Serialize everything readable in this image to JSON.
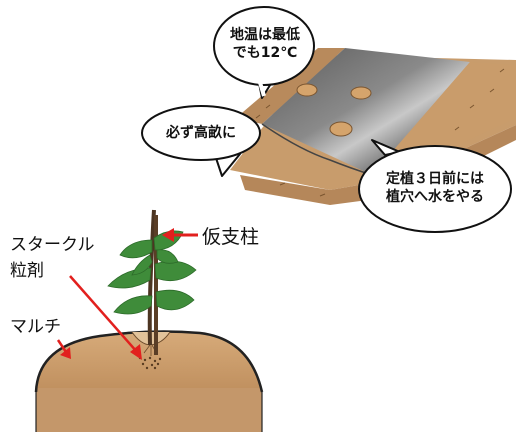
{
  "callouts": {
    "soil_temp_line1": "地温は最低",
    "soil_temp_line2": "でも12℃",
    "high_bed": "必ず高畝に",
    "water_line1": "定植３日前には",
    "water_line2": "植穴へ水をやる"
  },
  "labels": {
    "support_post": "仮支柱",
    "granule_line1": "スタークル",
    "granule_line2": "粒剤",
    "mulch": "マルチ"
  },
  "colors": {
    "soil": "#c7996a",
    "soil_dark": "#a8784e",
    "mulch_film": "#6e6e6e",
    "leaf": "#3e8a3b",
    "arrow": "#e2201e"
  }
}
